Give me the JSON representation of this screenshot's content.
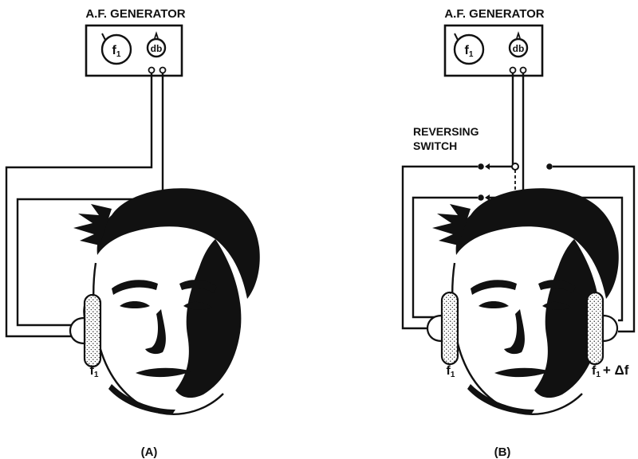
{
  "panel_a": {
    "generator_title": "A.F. GENERATOR",
    "dial_freq": "f",
    "dial_freq_sub": "1",
    "dial_level": "db",
    "earphone_freq": "f",
    "earphone_freq_sub": "1",
    "caption": "(A)"
  },
  "panel_b": {
    "generator_title": "A.F. GENERATOR",
    "dial_freq": "f",
    "dial_freq_sub": "1",
    "dial_level": "db",
    "switch_line1": "REVERSING",
    "switch_line2": "SWITCH",
    "left_earphone_freq": "f",
    "left_earphone_freq_sub": "1",
    "right_earphone_freq": "f",
    "right_earphone_freq_sub": "1",
    "right_earphone_delta": "+ Δf",
    "caption": "(B)"
  },
  "icons": [
    "headphone-icon",
    "head-illustration",
    "switch-terminal-icon"
  ],
  "colors": {
    "ink": "#111111",
    "paper": "#ffffff"
  }
}
